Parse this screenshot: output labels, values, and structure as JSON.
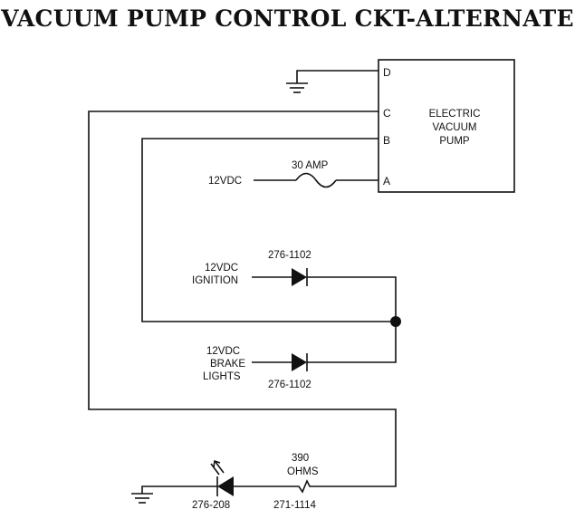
{
  "title": "VACUUM PUMP CONTROL CKT-ALTERNATE",
  "pump": {
    "line1": "ELECTRIC",
    "line2": "VACUUM",
    "line3": "PUMP"
  },
  "pins": {
    "d": "D",
    "c": "C",
    "b": "B",
    "a": "A"
  },
  "fuse": {
    "rating": "30  AMP",
    "source": "12VDC"
  },
  "ignition": {
    "line1": "12VDC",
    "line2": "IGNITION",
    "part": "276-1102"
  },
  "brake": {
    "line1": "12VDC",
    "line2": "BRAKE",
    "line3": "LIGHTS",
    "part": "276-1102"
  },
  "resistor": {
    "value": "390",
    "unit": "OHMS",
    "part": "271-1114"
  },
  "led": {
    "part": "276-208"
  }
}
